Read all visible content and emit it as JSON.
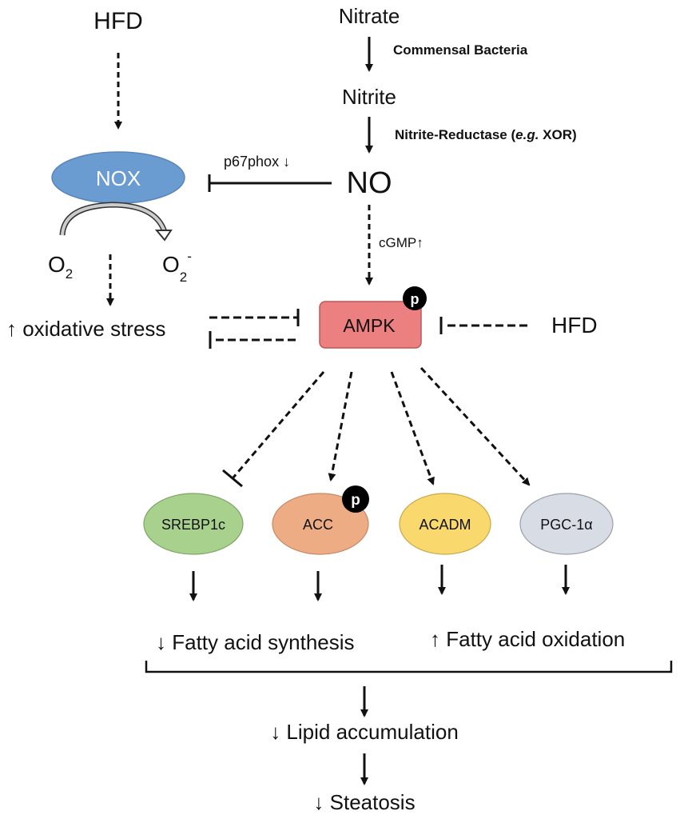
{
  "nodes": {
    "hfd_top": "HFD",
    "nitrate": "Nitrate",
    "commensal": "Commensal Bacteria",
    "nitrite": "Nitrite",
    "reductase_pre": "Nitrite-Reductase (",
    "reductase_eg": "e.g.",
    "reductase_post": " XOR)",
    "no": "NO",
    "p67phox": "p67phox ↓",
    "nox": "NOX",
    "o2": "O",
    "o2_sub": "2",
    "o2minus": "O",
    "o2minus_sub": "2",
    "o2minus_sup": "-",
    "cgmp": "cGMP↑",
    "oxidative_stress": "↑ oxidative stress",
    "ampk": "AMPK",
    "phospho": "p",
    "hfd_right": "HFD",
    "srebp1c": "SREBP1c",
    "acc": "ACC",
    "acadm": "ACADM",
    "pgc1a": "PGC-1α",
    "fa_synthesis": "↓ Fatty acid synthesis",
    "fa_oxidation": "↑ Fatty acid oxidation",
    "lipid": "↓ Lipid accumulation",
    "steatosis": "↓ Steatosis"
  },
  "colors": {
    "nox": "#6a9bd1",
    "ampk": "#ec7f7f",
    "srebp1c": "#a9d18e",
    "acc": "#eeac84",
    "acadm": "#f9d86e",
    "pgc1a": "#d7dce5"
  }
}
